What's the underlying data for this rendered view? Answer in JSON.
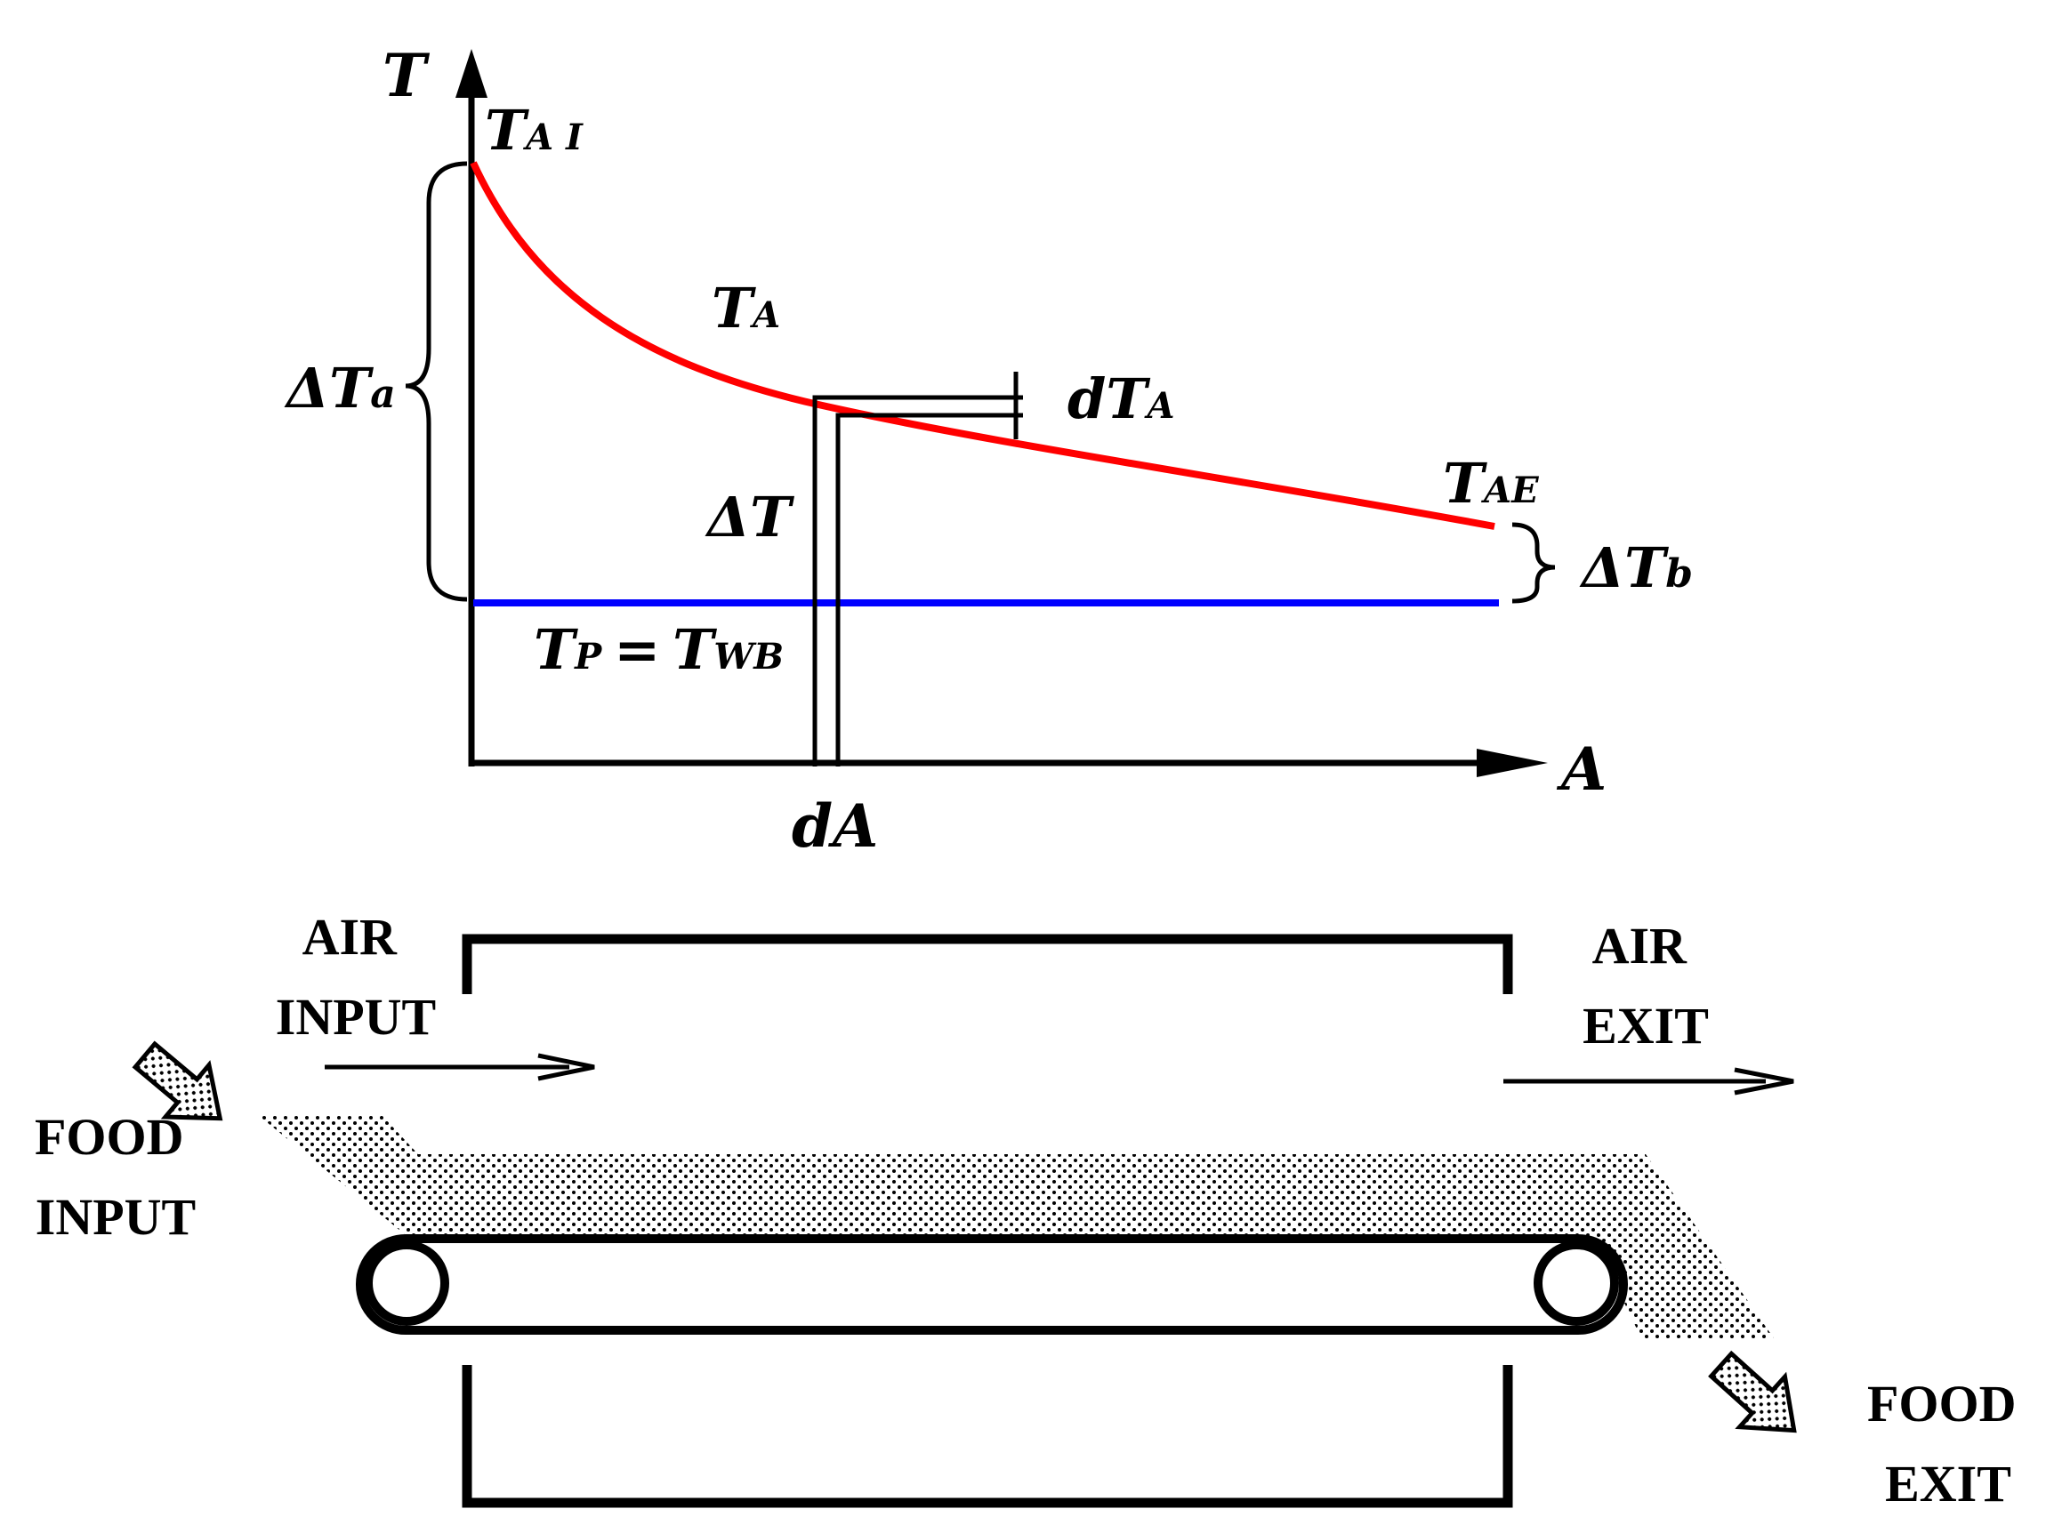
{
  "graph": {
    "y_axis_label": "T",
    "x_axis_label": "A",
    "t_ai": {
      "main": "T",
      "sub": "A I"
    },
    "t_a": {
      "main": "T",
      "sub": "A"
    },
    "d_t_a": {
      "main": "dT",
      "sub": "A"
    },
    "t_ae": {
      "main": "T",
      "sub": "AE"
    },
    "delta_t_a": {
      "main": "ΔT",
      "sub": "a"
    },
    "delta_t_b": {
      "main": "ΔT",
      "sub": "b"
    },
    "delta_t": "ΔT",
    "d_a": "dA",
    "t_p": {
      "main": "T",
      "sub": "P"
    },
    "equals": "=",
    "t_wb": {
      "main": "T",
      "sub": "WB"
    },
    "colors": {
      "air_curve": "#ff0000",
      "product_line": "#0000ff"
    }
  },
  "dryer": {
    "air_input": [
      "AIR",
      "INPUT"
    ],
    "air_exit": [
      "AIR",
      "EXIT"
    ],
    "food_input": [
      "FOOD",
      "INPUT"
    ],
    "food_exit": [
      "FOOD",
      "EXIT"
    ]
  }
}
